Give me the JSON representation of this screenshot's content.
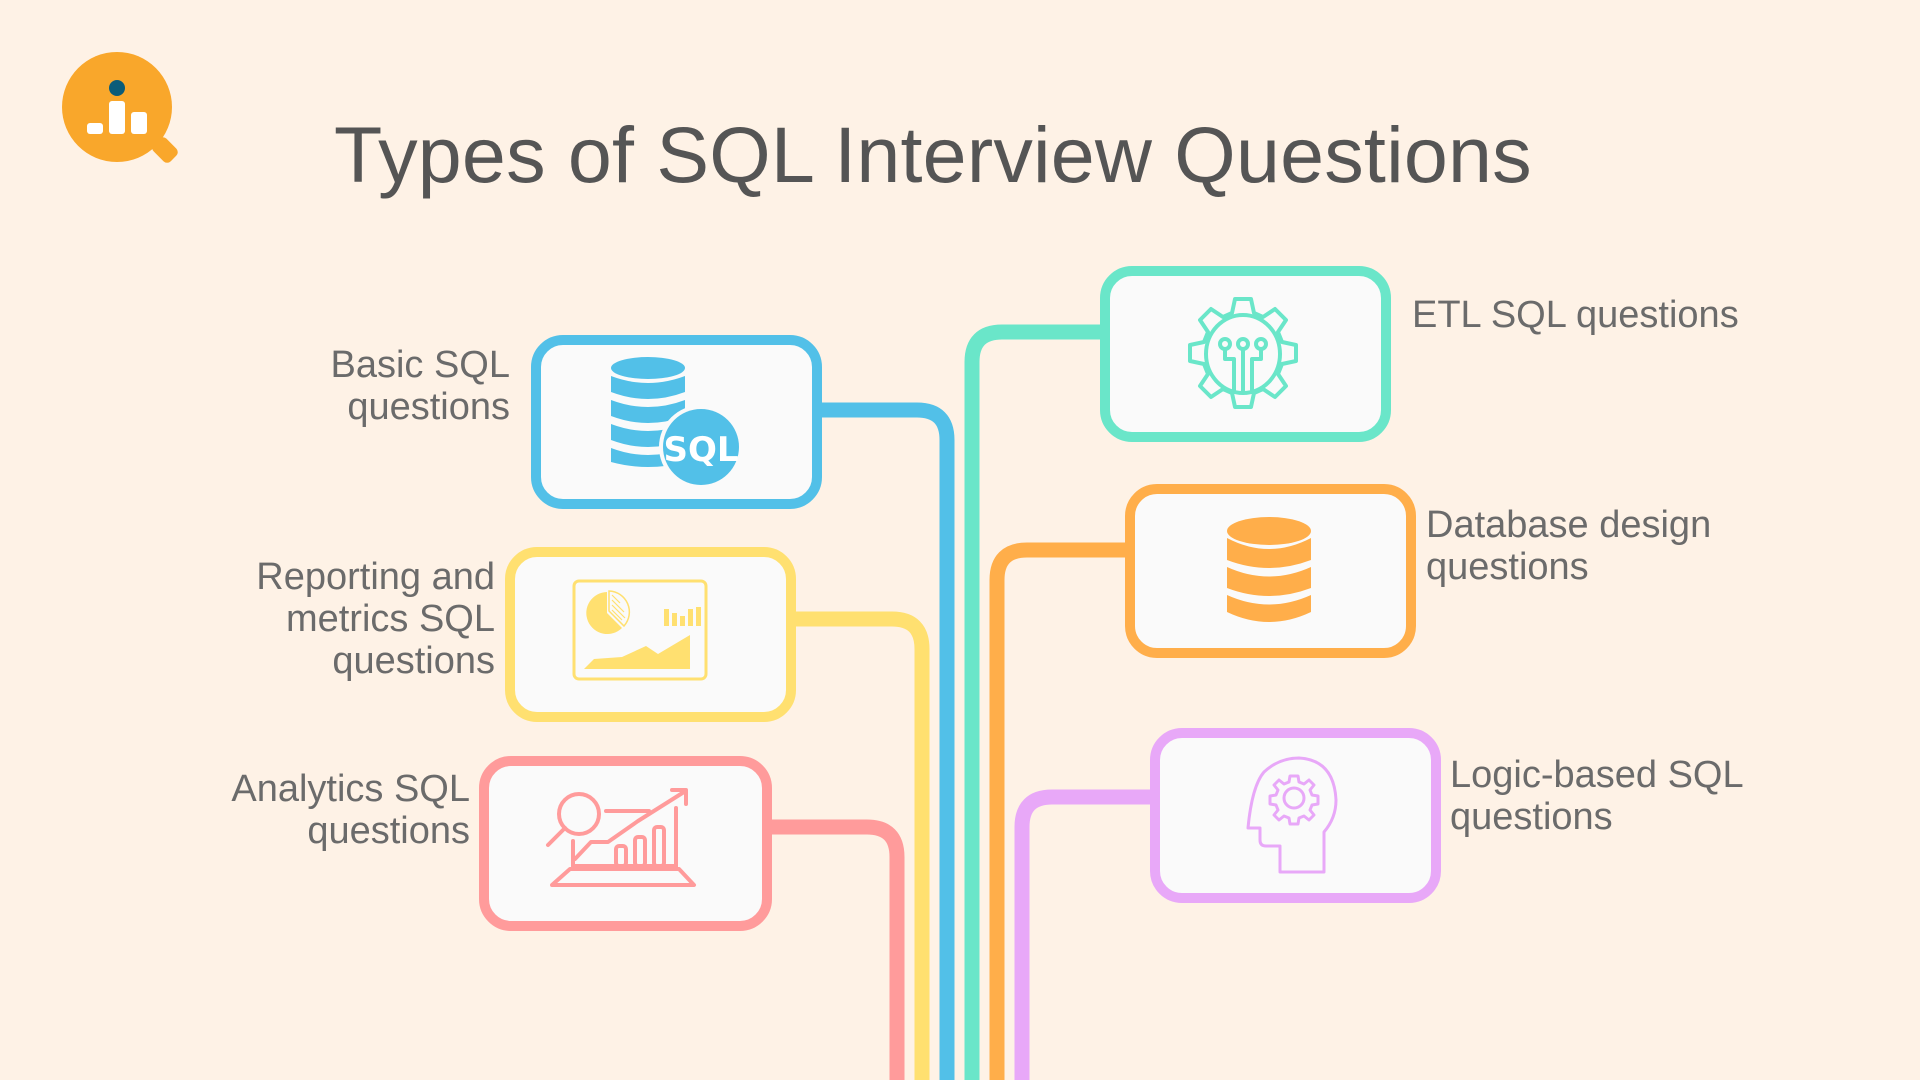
{
  "header": {
    "title": "Types of SQL Interview Questions",
    "logo": {
      "icon": "chart-magnifier-logo-icon",
      "color": "#F9A72B",
      "dot_color": "#0B5C79"
    }
  },
  "colors": {
    "background": "#FEF2E6",
    "title_text": "#555555",
    "label_text": "#6B6B6B",
    "box_fill": "#FAFAFA"
  },
  "categories": [
    {
      "id": "basic",
      "label_lines": [
        "Basic SQL",
        "questions"
      ],
      "side": "left",
      "color": "#52C0E8",
      "icon": "sql-database-icon"
    },
    {
      "id": "reporting",
      "label_lines": [
        "Reporting and",
        "metrics SQL",
        "questions"
      ],
      "side": "left",
      "color": "#FFE070",
      "icon": "dashboard-report-icon"
    },
    {
      "id": "analytics",
      "label_lines": [
        "Analytics SQL",
        "questions"
      ],
      "side": "left",
      "color": "#FF9B9B",
      "icon": "analytics-magnifier-chart-icon"
    },
    {
      "id": "etl",
      "label_lines": [
        "ETL SQL questions"
      ],
      "side": "right",
      "color": "#6AE6C9",
      "icon": "gear-circuit-icon"
    },
    {
      "id": "database-design",
      "label_lines": [
        "Database design",
        "questions"
      ],
      "side": "right",
      "color": "#FFAE4A",
      "icon": "database-icon"
    },
    {
      "id": "logic",
      "label_lines": [
        "Logic-based SQL",
        "questions"
      ],
      "side": "right",
      "color": "#E8A8F8",
      "icon": "head-gear-icon"
    }
  ],
  "icon_text": {
    "sql_badge": "SQL"
  }
}
